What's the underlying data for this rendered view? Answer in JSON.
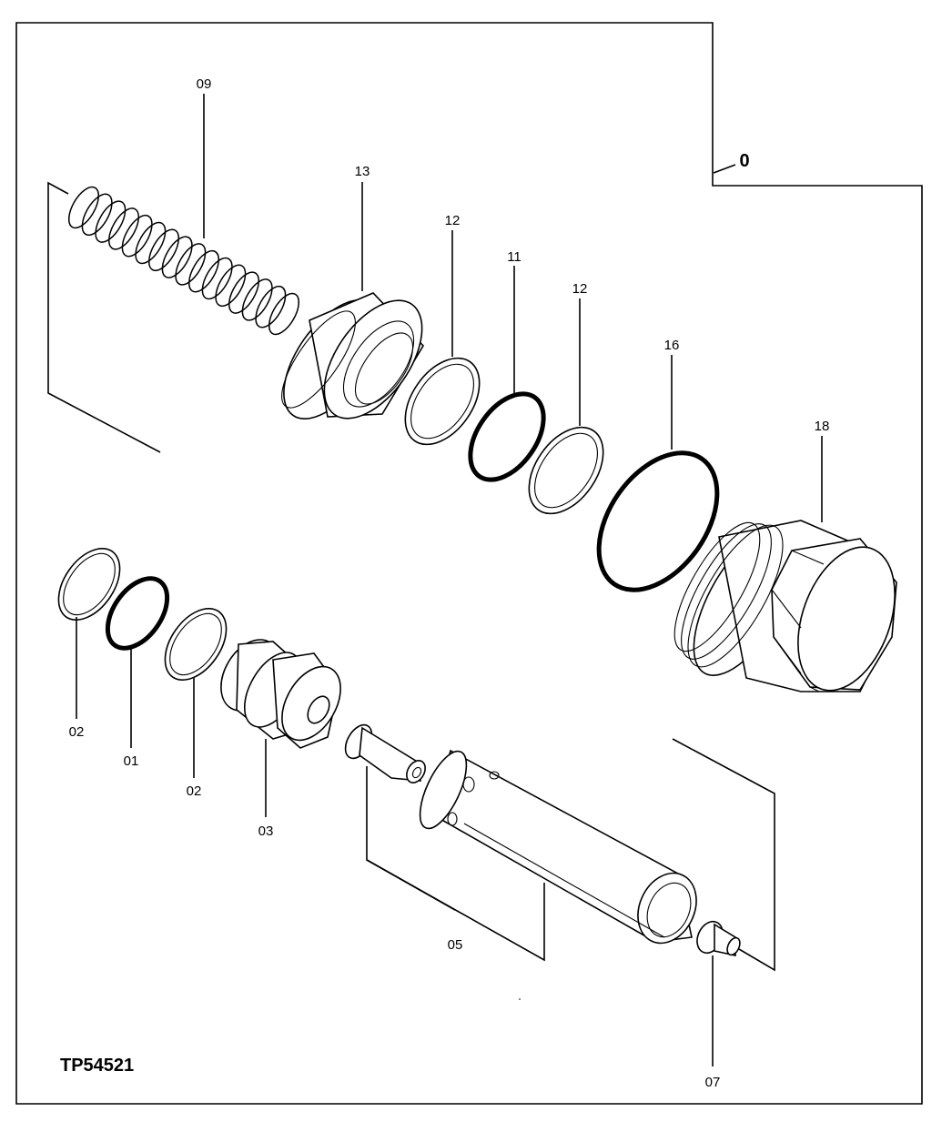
{
  "diagram": {
    "figure_id": "TP54521",
    "assembly_callout": "0",
    "part_labels": {
      "spring": "09",
      "spring_seat": "13",
      "backup_ring_upper_left": "12",
      "oring_upper": "11",
      "backup_ring_upper_right": "12",
      "oring_large": "16",
      "plug": "18",
      "backup_ring_lower_left": "02",
      "oring_lower": "01",
      "backup_ring_lower_right": "02",
      "piston": "03",
      "sleeve_assembly": "05",
      "pin": "07"
    },
    "icons": {
      "spring": "coil-spring-icon",
      "ring": "ring-icon",
      "plug": "hex-plug-icon"
    }
  }
}
